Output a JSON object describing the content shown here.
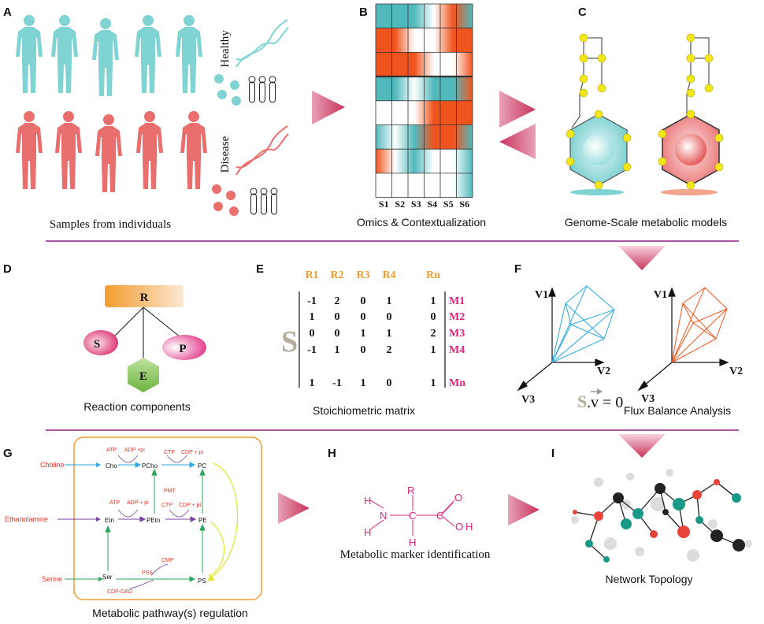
{
  "panels": {
    "A": {
      "label": "A",
      "vertical_healthy": "Healthy",
      "vertical_disease": "Disease",
      "caption": "Samples from individuals"
    },
    "B": {
      "label": "B",
      "columns": [
        "S1",
        "S2",
        "S3",
        "S4",
        "S5",
        "S6"
      ],
      "caption": "Omics & Contextualization"
    },
    "C": {
      "label": "C",
      "caption": "Genome-Scale metabolic models"
    },
    "D": {
      "label": "D",
      "nodes": {
        "r": "R",
        "s": "S",
        "p": "P",
        "e": "E"
      },
      "caption": "Reaction components"
    },
    "E": {
      "label": "E",
      "symbol": "S",
      "headers": [
        "R1",
        "R2",
        "R3",
        "R4",
        "Rn"
      ],
      "rows": [
        {
          "values": [
            "-1",
            "2",
            "0",
            "1",
            "1"
          ],
          "label": "M1"
        },
        {
          "values": [
            "1",
            "0",
            "0",
            "0",
            "0"
          ],
          "label": "M2"
        },
        {
          "values": [
            "0",
            "0",
            "1",
            "1",
            "2"
          ],
          "label": "M3"
        },
        {
          "values": [
            "-1",
            "1",
            "0",
            "2",
            "1"
          ],
          "label": "M4"
        },
        {
          "values": [
            "1",
            "-1",
            "1",
            "0",
            "1"
          ],
          "label": "Mn"
        }
      ],
      "caption": "Stoichiometric matrix"
    },
    "F": {
      "label": "F",
      "axes": {
        "v1": "V1",
        "v2": "V2",
        "v3": "V3"
      },
      "equation_s": "S",
      "equation_rest": ".v = 0",
      "caption": "Flux Balance Analysis"
    },
    "G": {
      "label": "G",
      "inputs": {
        "choline": "Choline",
        "ethanolamine": "Ethanolamine",
        "serine": "Serine"
      },
      "metabolites": {
        "cho": "Cho",
        "pcho": "PCho",
        "pc": "PC",
        "etn": "Etn",
        "petn": "PEtn",
        "pe": "PE",
        "ser": "Ser",
        "ps": "PS"
      },
      "cofactors": {
        "atp1": "ATP",
        "adp1": "ADP +pi",
        "ctp1": "CTP",
        "cdp1": "CDP + pi",
        "pmt": "PMT",
        "atp2": "ATP",
        "adp2": "ADP + pi",
        "ctp2": "CTP",
        "cdp2": "CDP + pi",
        "cmp": "CMP",
        "pss": "PSS",
        "cdpdag": "CDP-DAG"
      },
      "caption": "Metabolic pathway(s) regulation"
    },
    "H": {
      "label": "H",
      "atoms": {
        "r": "R",
        "n": "N",
        "c": "C",
        "o": "O",
        "h": "H"
      },
      "caption": "Metabolic marker identification"
    },
    "I": {
      "label": "I",
      "caption": "Network Topology"
    }
  },
  "colors": {
    "healthy": "#7fd3d3",
    "disease": "#e96e6e",
    "arrow": "#c8335a",
    "divider": "#8a1d8a",
    "heat_orange": "#f0541e",
    "heat_teal": "#51b9bc"
  }
}
